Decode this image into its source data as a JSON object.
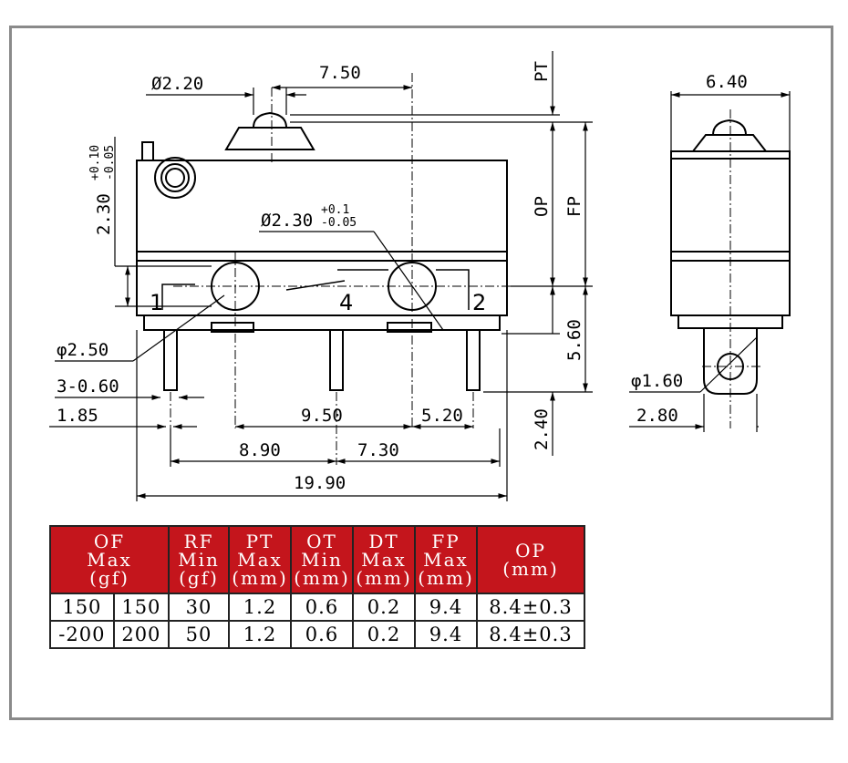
{
  "drawing": {
    "dims": {
      "hole_dia": "Ø2.20",
      "actuator_offset": "7.50",
      "pt": "PT",
      "height_total": "2.30",
      "height_tol_plus": "+0.10",
      "height_tol_minus": "-0.05",
      "mount_hole": "Ø2.30",
      "mount_tol_plus": "+0.1",
      "mount_tol_minus": "-0.05",
      "op": "OP",
      "fp": "FP",
      "pin_height": "5.60",
      "pin_tip": "2.40",
      "phi_250": "φ2.50",
      "pin_width": "3-0.60",
      "pin_offset": "1.85",
      "pitch_950": "9.50",
      "pitch_520": "5.20",
      "pitch_890": "8.90",
      "pitch_730": "7.30",
      "length_total": "19.90",
      "side_width": "6.40",
      "side_hole": "φ1.60",
      "side_tab": "2.80"
    },
    "pins": [
      "1",
      "4",
      "2"
    ]
  },
  "table": {
    "headers": [
      {
        "lines": [
          "OF",
          "Max",
          "(gf)"
        ]
      },
      {
        "lines": [
          "RF",
          "Min",
          "(gf)"
        ]
      },
      {
        "lines": [
          "PT",
          "Max",
          "(mm)"
        ]
      },
      {
        "lines": [
          "OT",
          "Min",
          "(mm)"
        ]
      },
      {
        "lines": [
          "DT",
          "Max",
          "(mm)"
        ]
      },
      {
        "lines": [
          "FP",
          "Max",
          "(mm)"
        ]
      },
      {
        "lines": [
          "OP",
          "(mm)"
        ]
      }
    ],
    "rows": [
      [
        "150",
        "150",
        "30",
        "1.2",
        "0.6",
        "0.2",
        "9.4",
        "8.4±0.3"
      ],
      [
        "-200",
        "200",
        "50",
        "1.2",
        "0.6",
        "0.2",
        "9.4",
        "8.4±0.3"
      ]
    ]
  },
  "colors": {
    "header_bg": "#c4151c",
    "header_text": "#ffffff",
    "frame": "#8a8a8a"
  }
}
